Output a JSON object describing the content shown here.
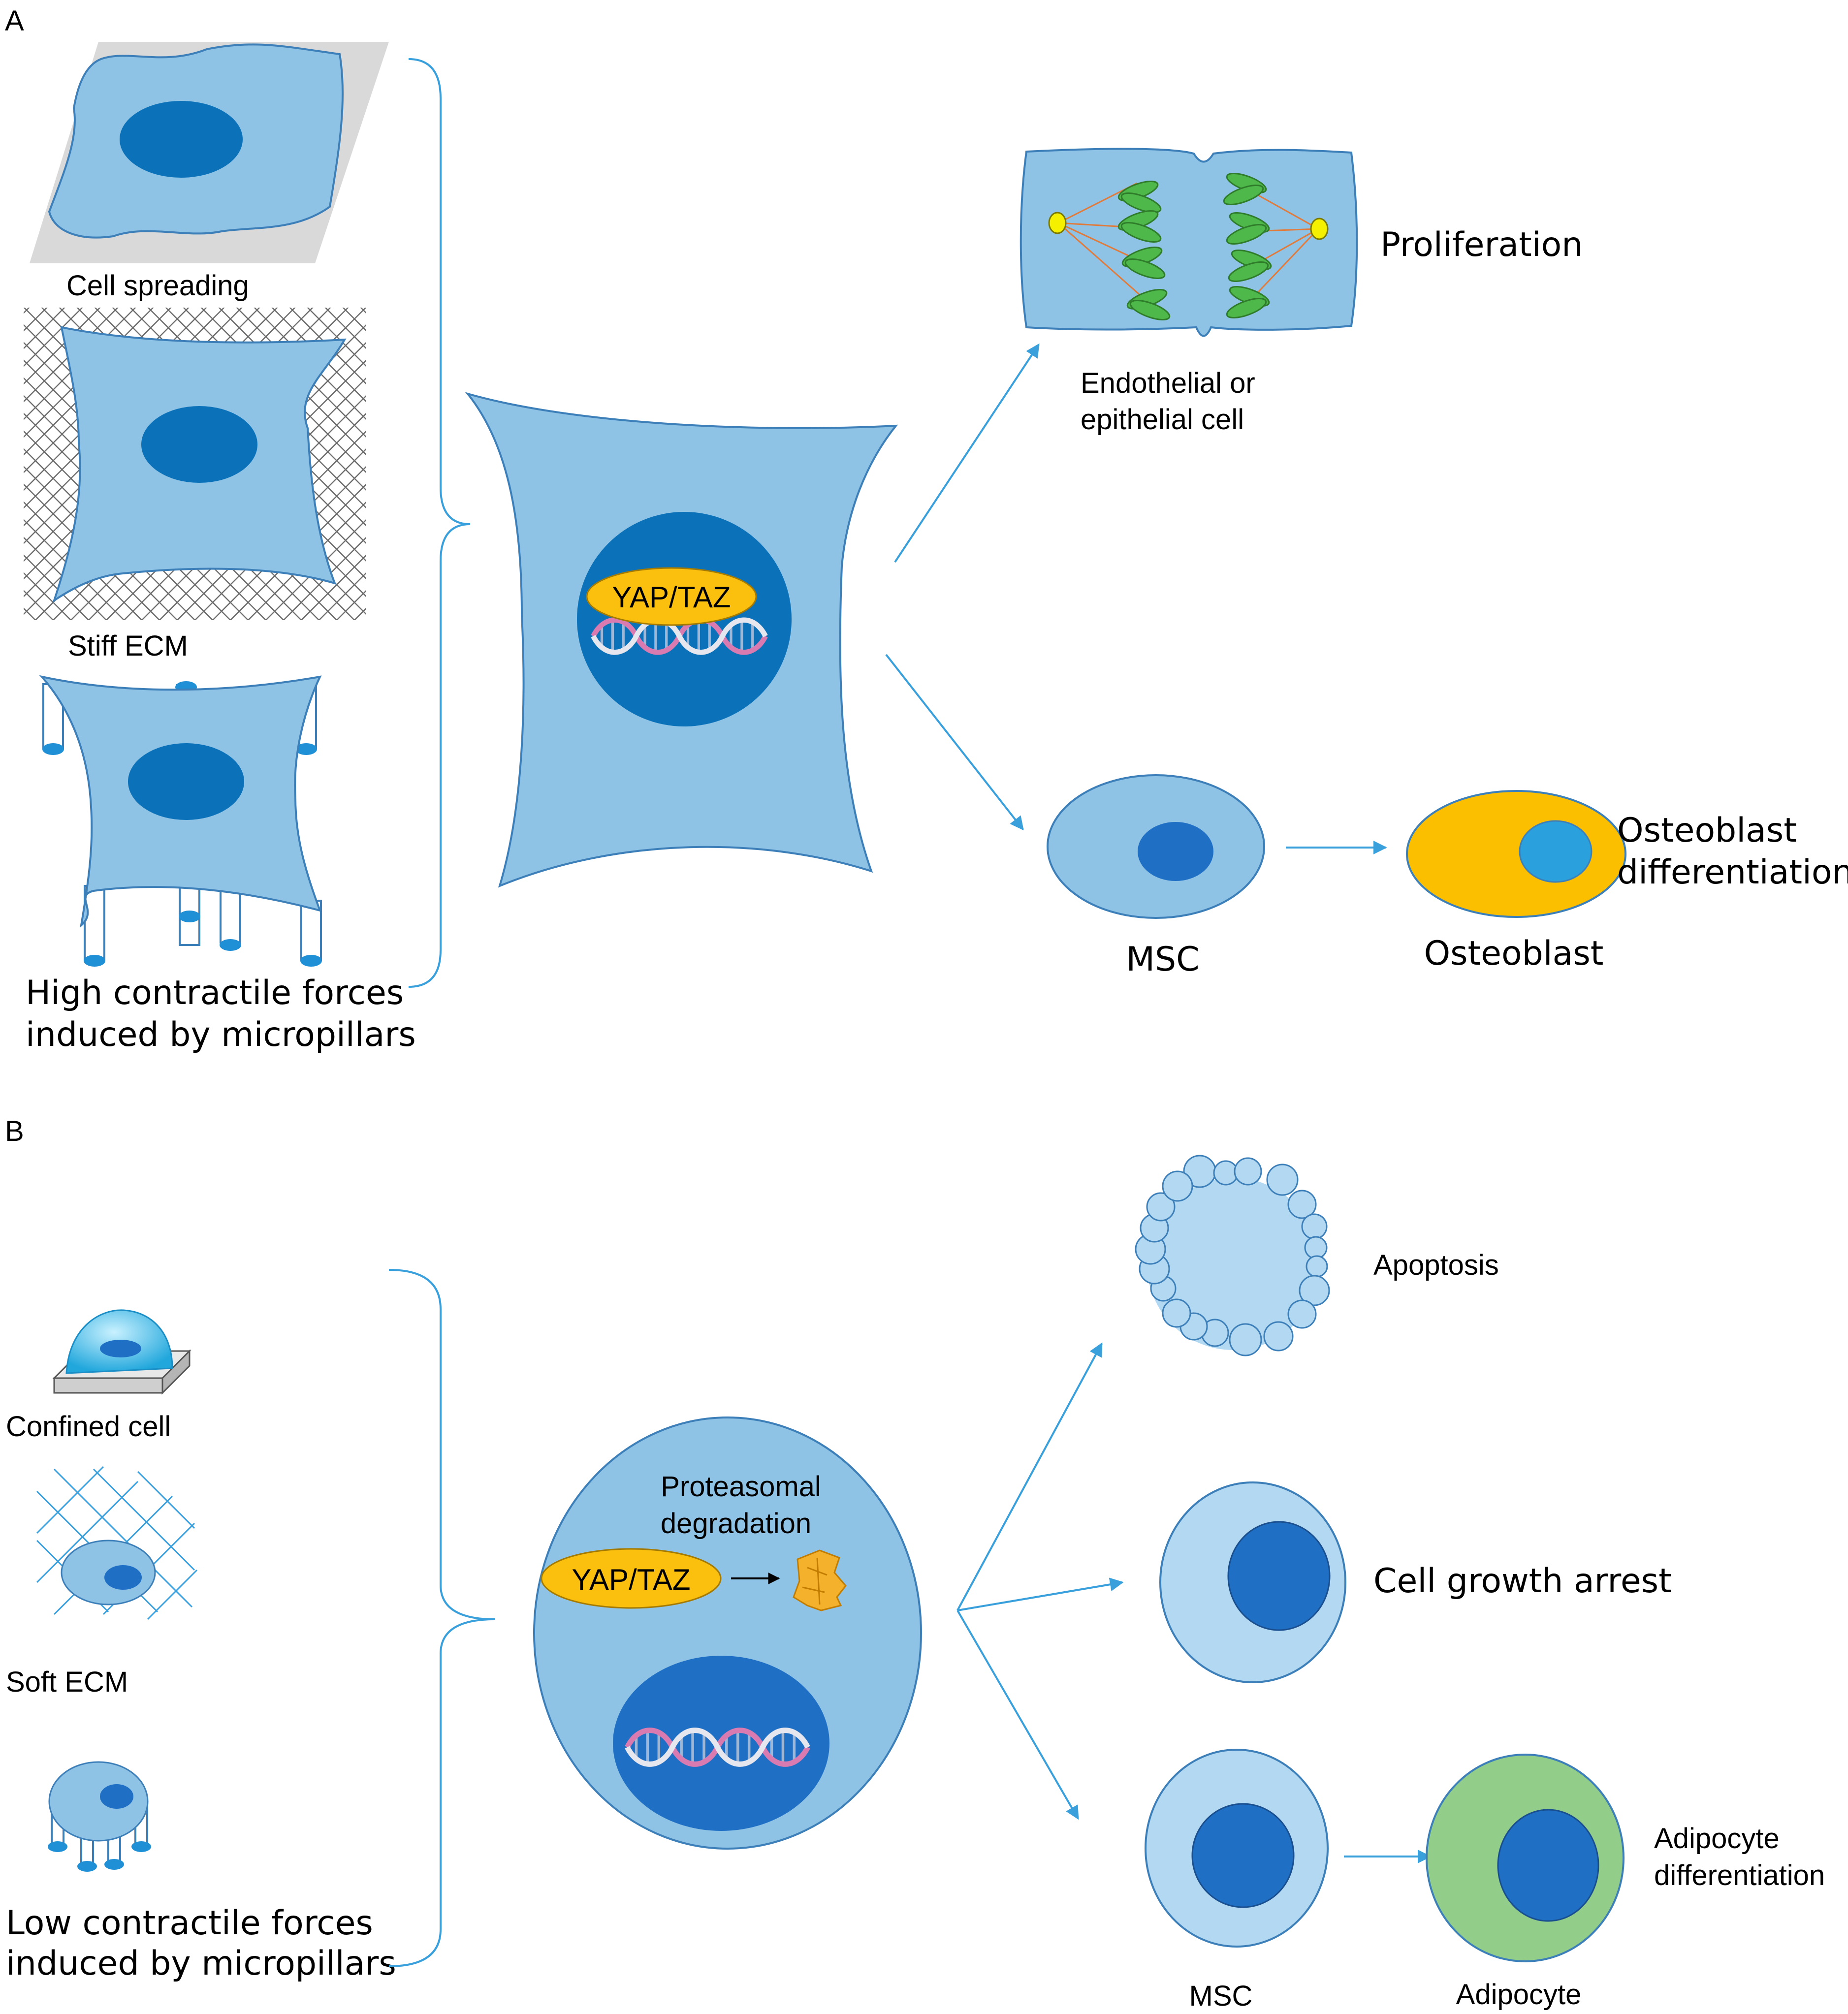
{
  "panels": {
    "a": "A",
    "b": "B"
  },
  "panel_a": {
    "inputs": {
      "cell_spreading": "Cell spreading",
      "stiff_ecm": "Stiff ECM",
      "high_forces_line1": "High contractile forces",
      "high_forces_line2": "induced by micropillars"
    },
    "central": {
      "yap_taz": "YAP/TAZ"
    },
    "outcomes": {
      "proliferation": "Proliferation",
      "cell_type_line1": "Endothelial or",
      "cell_type_line2": "epithelial cell",
      "msc": "MSC",
      "osteoblast": "Osteoblast",
      "osteo_diff_line1": "Osteoblast",
      "osteo_diff_line2": "differentiation"
    }
  },
  "panel_b": {
    "inputs": {
      "confined_cell": "Confined cell",
      "soft_ecm": "Soft ECM",
      "low_forces_line1": "Low contractile forces",
      "low_forces_line2": "induced by micropillars"
    },
    "central": {
      "yap_taz": "YAP/TAZ",
      "degradation_line1": "Proteasomal",
      "degradation_line2": "degradation"
    },
    "outcomes": {
      "apoptosis": "Apoptosis",
      "growth_arrest": "Cell growth arrest",
      "msc": "MSC",
      "adipocyte": "Adipocyte",
      "adipo_diff_line1": "Adipocyte",
      "adipo_diff_line2": "differentiation"
    }
  },
  "colors": {
    "cell": "#8fc3e6",
    "nucleus": "#0b72b9",
    "yap": "#fbbf0e",
    "arrow": "#3aa0dc",
    "osteoblast": "#fbbf00",
    "adipocyte": "#92cd8a"
  }
}
